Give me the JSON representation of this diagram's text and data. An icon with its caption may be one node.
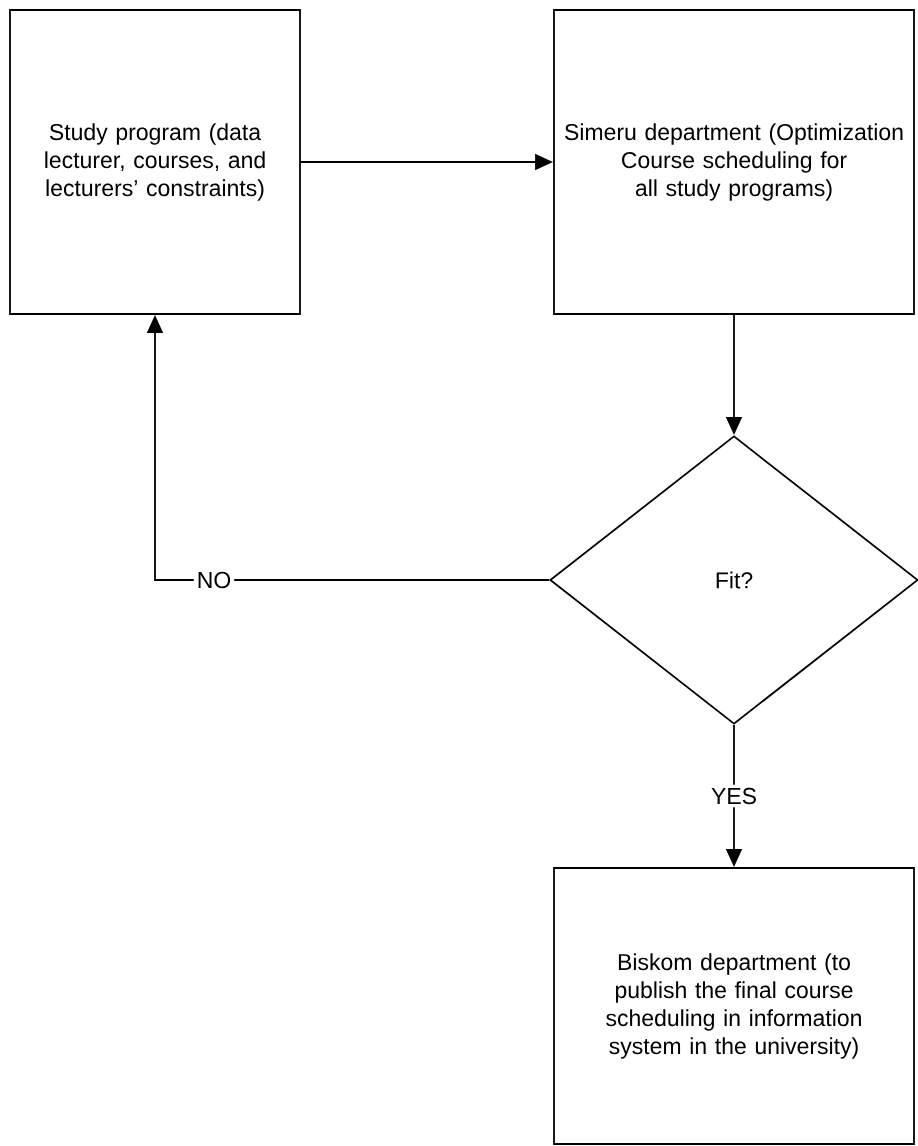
{
  "diagram": {
    "nodes": [
      {
        "text": [
          "Study program (data lecturer, courses, and lecturers’ constraints)"
        ]
      },
      {
        "text": [
          "Simeru department (Optimization Course scheduling for all study programs)"
        ]
      },
      {
        "text": [
          "Fit?"
        ]
      },
      {
        "text": [
          "Biskom department (to publish the final course scheduling in information system in the university)"
        ]
      }
    ],
    "edges": [
      {
        "from": 0,
        "to": 1,
        "arrow": "to"
      },
      {
        "from": 1,
        "to": 2,
        "arrow": "to"
      },
      {
        "from": 2,
        "to": 0,
        "arrow": "to",
        "label": "NO"
      },
      {
        "from": 2,
        "to": 3,
        "arrow": "to",
        "label": "YES"
      }
    ]
  }
}
